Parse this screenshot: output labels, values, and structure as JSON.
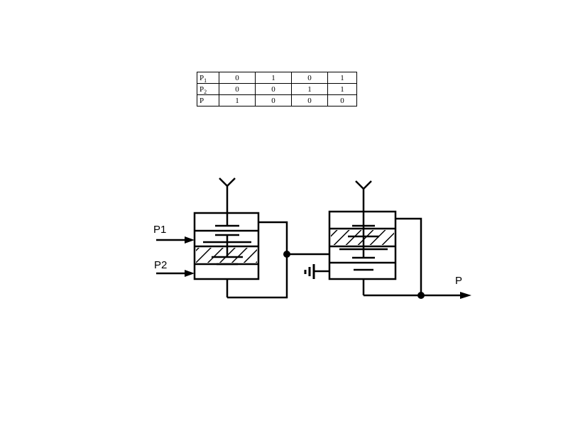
{
  "truth_table": {
    "rows": [
      {
        "name": "P",
        "sub": "1",
        "values": [
          "0",
          "1",
          "0",
          "1"
        ]
      },
      {
        "name": "P",
        "sub": "2",
        "values": [
          "0",
          "0",
          "1",
          "1"
        ]
      },
      {
        "name": "P",
        "sub": "",
        "values": [
          "1",
          "0",
          "0",
          "0"
        ]
      }
    ]
  },
  "diagram": {
    "input_1_label": "P1",
    "input_2_label": "P2",
    "output_label": "P"
  }
}
